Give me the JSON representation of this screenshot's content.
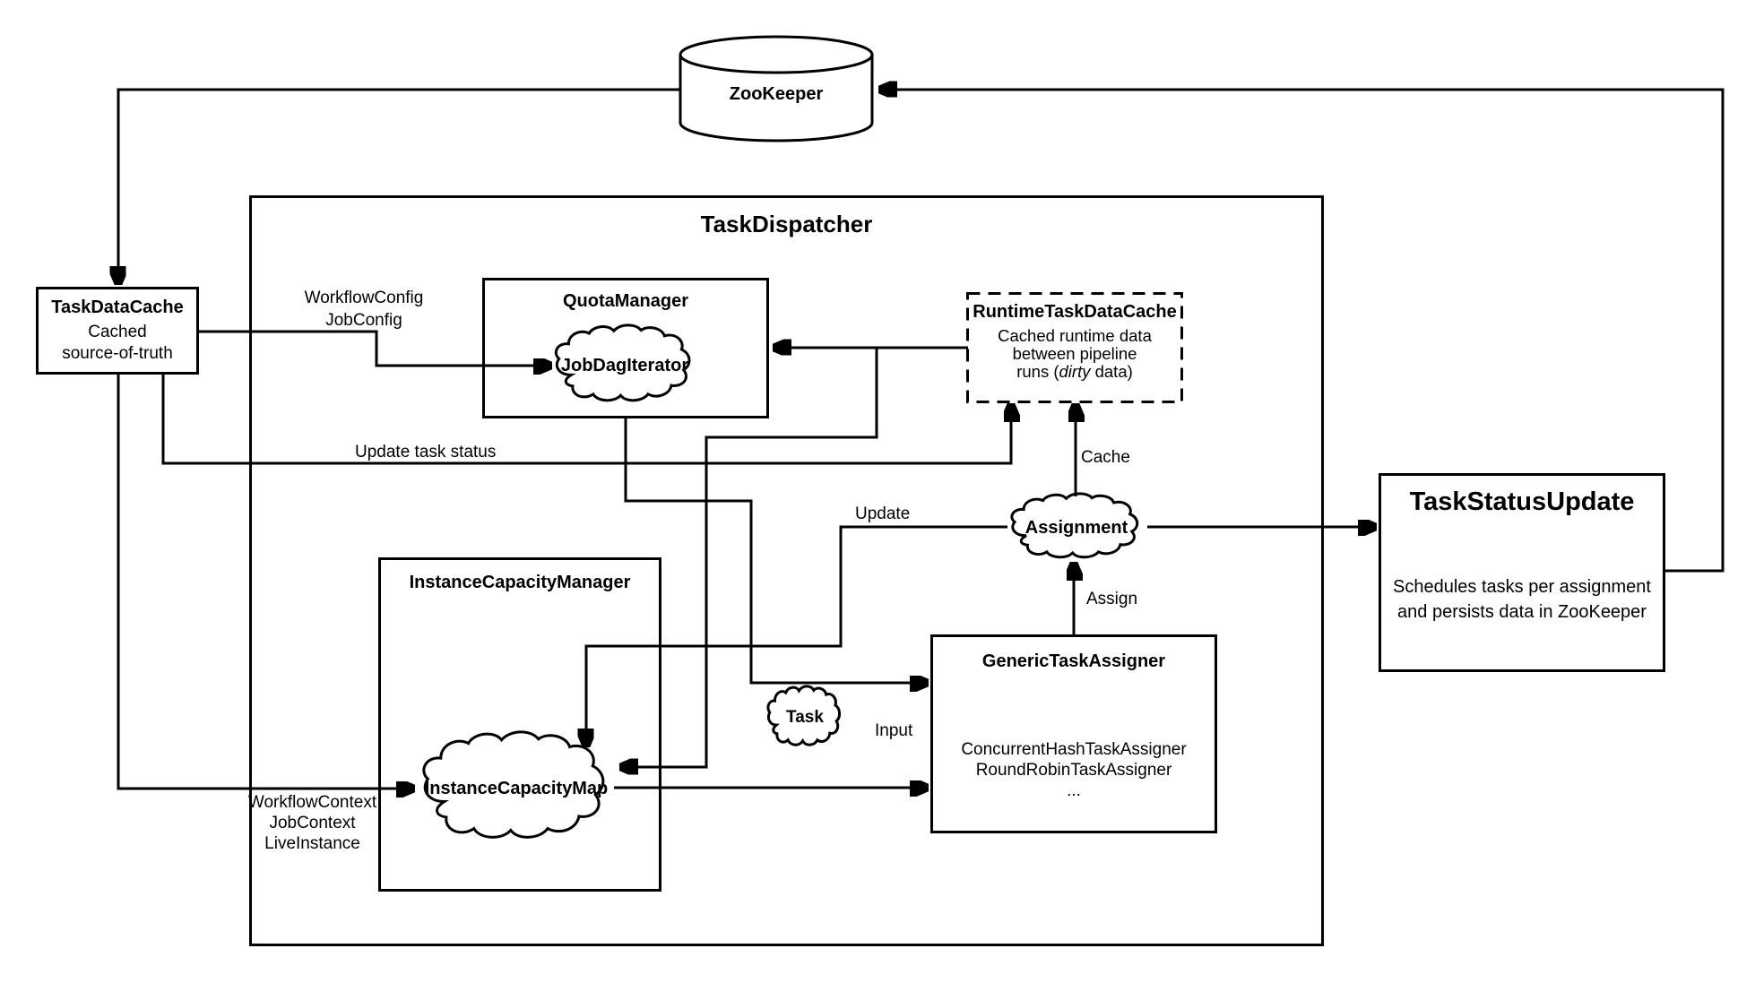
{
  "nodes": {
    "zookeeper": {
      "label": "ZooKeeper"
    },
    "task_dispatcher": {
      "title": "TaskDispatcher"
    },
    "task_data_cache": {
      "title": "TaskDataCache",
      "body_line1": "Cached",
      "body_line2": "source-of-truth"
    },
    "quota_manager": {
      "title": "QuotaManager",
      "cloud_label": "JobDagIterator"
    },
    "runtime_task_data_cache": {
      "title": "RuntimeTaskDataCache",
      "body_line1": "Cached runtime data",
      "body_line2": "between pipeline",
      "body_line3_prefix": "runs (",
      "body_line3_italic": "dirty",
      "body_line3_suffix": " data)"
    },
    "instance_capacity_manager": {
      "title": "InstanceCapacityManager",
      "cloud_label": "InstanceCapacityMap"
    },
    "generic_task_assigner": {
      "title": "GenericTaskAssigner",
      "body_line1": "ConcurrentHashTaskAssigner",
      "body_line2": "RoundRobinTaskAssigner",
      "body_line3": "..."
    },
    "task_status_update": {
      "title": "TaskStatusUpdate",
      "body_line1": "Schedules tasks per assignment",
      "body_line2": "and persists data in ZooKeeper"
    },
    "assignment_cloud": {
      "label": "Assignment"
    },
    "task_cloud": {
      "label": "Task"
    }
  },
  "edge_labels": {
    "workflow_config_line1": "WorkflowConfig",
    "workflow_config_line2": "JobConfig",
    "update_task_status": "Update task status",
    "cache": "Cache",
    "update": "Update",
    "assign": "Assign",
    "input": "Input",
    "workflow_context_line1": "WorkflowContext",
    "workflow_context_line2": "JobContext",
    "workflow_context_line3": "LiveInstance"
  },
  "colors": {
    "stroke": "#000000",
    "background": "#ffffff",
    "text": "#000000"
  }
}
